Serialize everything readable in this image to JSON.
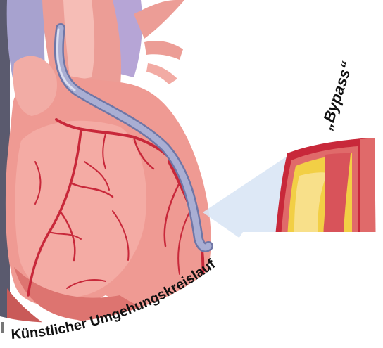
{
  "labels": {
    "bypass": "„Bypass“",
    "curve_caption": "Künstlicher Umgehungskreislauf"
  },
  "colors": {
    "heart_main": "#ef9a93",
    "heart_light": "#f7b9b2",
    "heart_dark": "#dd7470",
    "vessel": "#c8283a",
    "graft": "#9ea4c9",
    "graft_edge": "#6f76a6",
    "artery_wall": "#c8283a",
    "plaque": "#f2cf45",
    "plaque_light": "#f8e08a",
    "lumen": "#d8535a",
    "callout": "#d9e6f5",
    "caption_arc": "#ffffff",
    "text": "#111111"
  },
  "icons": {
    "heart": "heart-illustration",
    "artery": "artery-cross-section"
  }
}
